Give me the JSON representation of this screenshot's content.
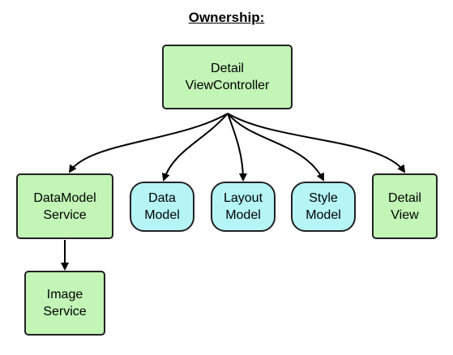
{
  "title": "Ownership:",
  "colors": {
    "green_fill": "#c2f5b6",
    "cyan_fill": "#b5f5f6",
    "stroke": "#222222"
  },
  "nodes": {
    "detail_vc": {
      "line1": "Detail",
      "line2": "ViewController"
    },
    "datamodel_svc": {
      "line1": "DataModel",
      "line2": "Service"
    },
    "data_model": {
      "line1": "Data",
      "line2": "Model"
    },
    "layout_model": {
      "line1": "Layout",
      "line2": "Model"
    },
    "style_model": {
      "line1": "Style",
      "line2": "Model"
    },
    "detail_view": {
      "line1": "Detail",
      "line2": "View"
    },
    "image_svc": {
      "line1": "Image",
      "line2": "Service"
    }
  },
  "edges": [
    [
      "detail_vc",
      "datamodel_svc"
    ],
    [
      "detail_vc",
      "data_model"
    ],
    [
      "detail_vc",
      "layout_model"
    ],
    [
      "detail_vc",
      "style_model"
    ],
    [
      "detail_vc",
      "detail_view"
    ],
    [
      "datamodel_svc",
      "image_svc"
    ]
  ]
}
